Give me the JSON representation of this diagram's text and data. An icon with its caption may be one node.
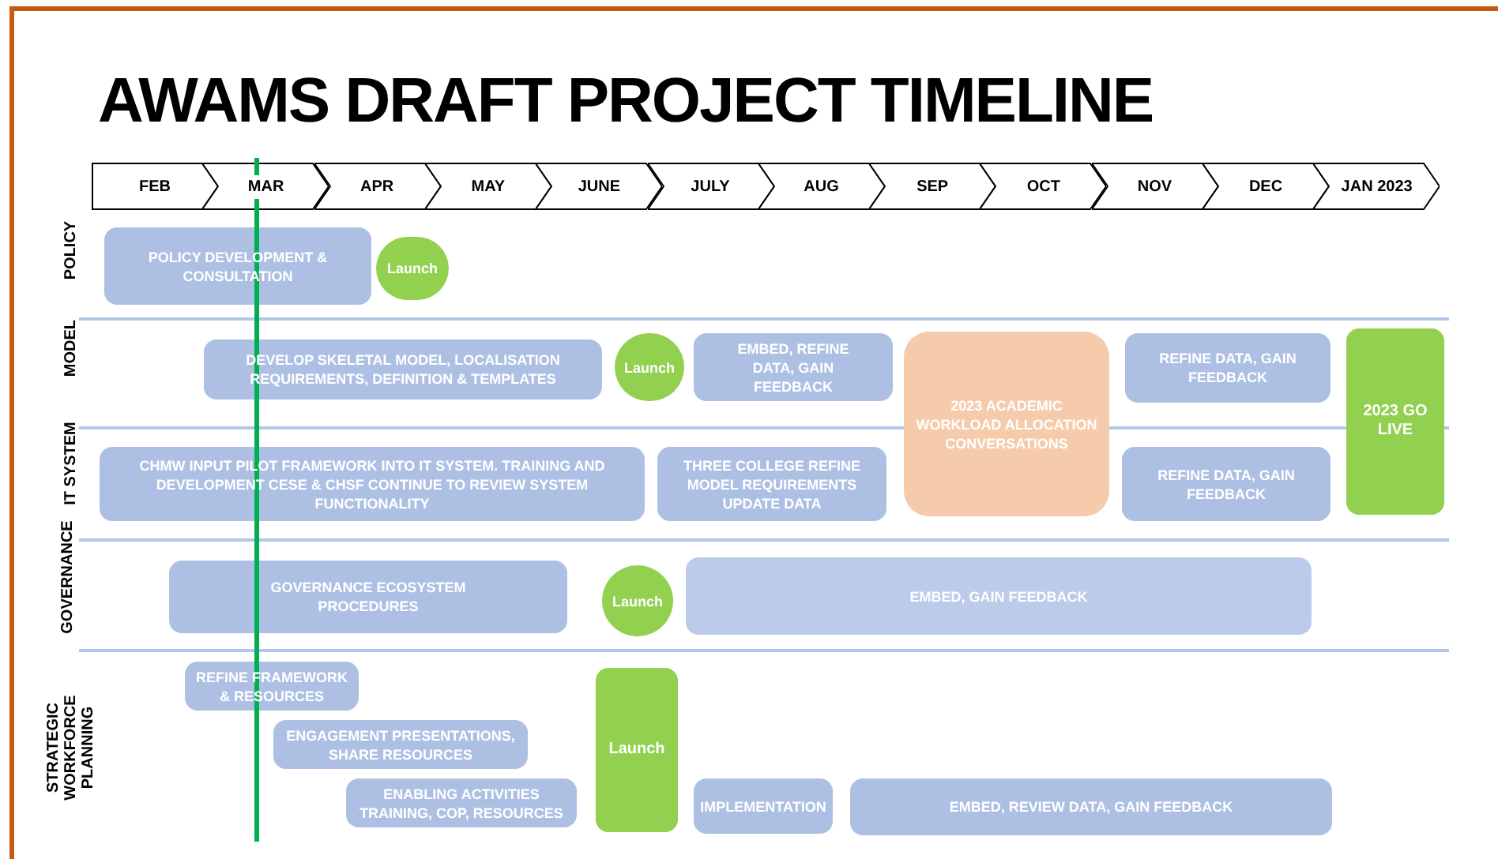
{
  "diagram": {
    "title": "AWAMS DRAFT PROJECT TIMELINE",
    "nodes": [
      {
        "text": [
          "FEB"
        ]
      },
      {
        "text": [
          "MAR"
        ]
      },
      {
        "text": [
          "APR"
        ]
      },
      {
        "text": [
          "MAY"
        ]
      },
      {
        "text": [
          "JUNE"
        ]
      },
      {
        "text": [
          "JULY"
        ]
      },
      {
        "text": [
          "AUG"
        ]
      },
      {
        "text": [
          "SEP"
        ]
      },
      {
        "text": [
          "OCT"
        ]
      },
      {
        "text": [
          "NOV"
        ]
      },
      {
        "text": [
          "DEC"
        ]
      },
      {
        "text": [
          "JAN 2023"
        ]
      },
      {
        "text": [
          "POLICY DEVELOPMENT & CONSULTATION"
        ]
      },
      {
        "text": [
          "Launch"
        ]
      },
      {
        "text": [
          "DEVELOP SKELETAL MODEL, LOCALISATION REQUIREMENTS, DEFINITION & TEMPLATES"
        ]
      },
      {
        "text": [
          "Launch"
        ]
      },
      {
        "text": [
          "EMBED, REFINE DATA, GAIN FEEDBACK"
        ]
      },
      {
        "text": [
          "2023 ACADEMIC WORKLOAD ALLOCATION CONVERSATIONS"
        ]
      },
      {
        "text": [
          "REFINE DATA, GAIN FEEDBACK"
        ]
      },
      {
        "text": [
          "2023 GO LIVE"
        ]
      },
      {
        "text": [
          "CHMW INPUT PILOT FRAMEWORK INTO IT SYSTEM. TRAINING AND DEVELOPMENT CESE & CHSF CONTINUE TO REVIEW SYSTEM FUNCTIONALITY"
        ]
      },
      {
        "text": [
          "THREE COLLEGE REFINE MODEL REQUIREMENTS UPDATE DATA"
        ]
      },
      {
        "text": [
          "REFINE DATA, GAIN FEEDBACK"
        ]
      },
      {
        "text": [
          "GOVERNANCE ECOSYSTEM PROCEDURES"
        ]
      },
      {
        "text": [
          "Launch"
        ]
      },
      {
        "text": [
          "EMBED, GAIN FEEDBACK"
        ]
      },
      {
        "text": [
          "REFINE FRAMEWORK & RESOURCES"
        ]
      },
      {
        "text": [
          "ENGAGEMENT PRESENTATIONS, SHARE RESOURCES"
        ]
      },
      {
        "text": [
          "ENABLING ACTIVITIES TRAINING, COP, RESOURCES"
        ]
      },
      {
        "text": [
          "Launch"
        ]
      },
      {
        "text": [
          "IMPLEMENTATION"
        ]
      },
      {
        "text": [
          "EMBED, REVIEW DATA, GAIN FEEDBACK"
        ]
      }
    ],
    "labels": [
      "POLICY",
      "MODEL",
      "IT SYSTEM",
      "GOVERNANCE",
      "STRATEGIC WORKFORCE PLANNING"
    ]
  }
}
